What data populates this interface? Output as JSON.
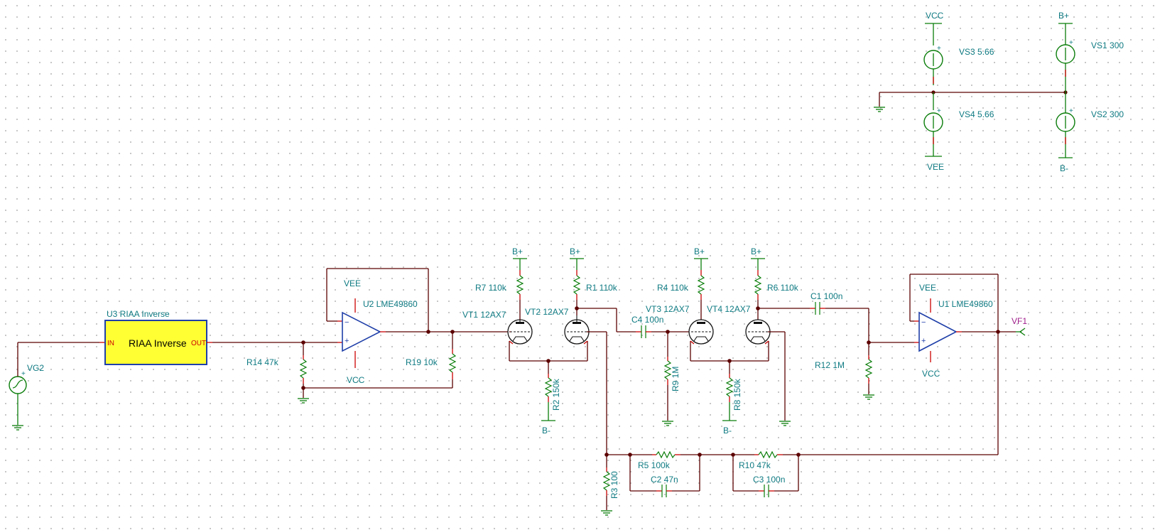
{
  "supply": {
    "vcc_label": "VCC",
    "vee_label": "VEE",
    "bplus_label": "B+",
    "bminus_label": "B-",
    "vs3": "VS3 5.66",
    "vs4": "VS4 5.66",
    "vs1": "VS1 300",
    "vs2": "VS2 300"
  },
  "input": {
    "source": "VG2",
    "block_ref": "U3 RIAA Inverse",
    "block_text": "RIAA Inverse",
    "pin_in": "IN",
    "pin_out": "OUT",
    "r14": "R14 47k"
  },
  "opamp_u2": {
    "ref": "U2 LME49860",
    "top_rail": "VEE",
    "bottom_rail": "VCC",
    "r19": "R19 10k"
  },
  "stage1": {
    "bplus_label": "B+",
    "bminus_label": "B-",
    "r7": "R7 110k",
    "r1": "R1 110k",
    "vt1": "VT1 12AX7",
    "vt2": "VT2 12AX7",
    "r2": "R2 150k",
    "c4": "C4 100n",
    "r9": "R9 1M",
    "r3": "R3 100"
  },
  "stage2": {
    "r4": "R4 110k",
    "r6": "R6 110k",
    "vt3": "VT3 12AX7",
    "vt4": "VT4 12AX7",
    "r8": "R8 150k",
    "c1": "C1 100n",
    "r12": "R12 1M"
  },
  "feedback": {
    "r5": "R5 100k",
    "c2": "C2 47n",
    "r10": "R10 47k",
    "c3": "C3 100n"
  },
  "opamp_u1": {
    "ref": "U1 LME49860",
    "top_rail": "VEE",
    "bottom_rail": "VCC",
    "output_probe": "VF1"
  },
  "opamp_symbols": {
    "minus": "−",
    "plus": "+"
  }
}
